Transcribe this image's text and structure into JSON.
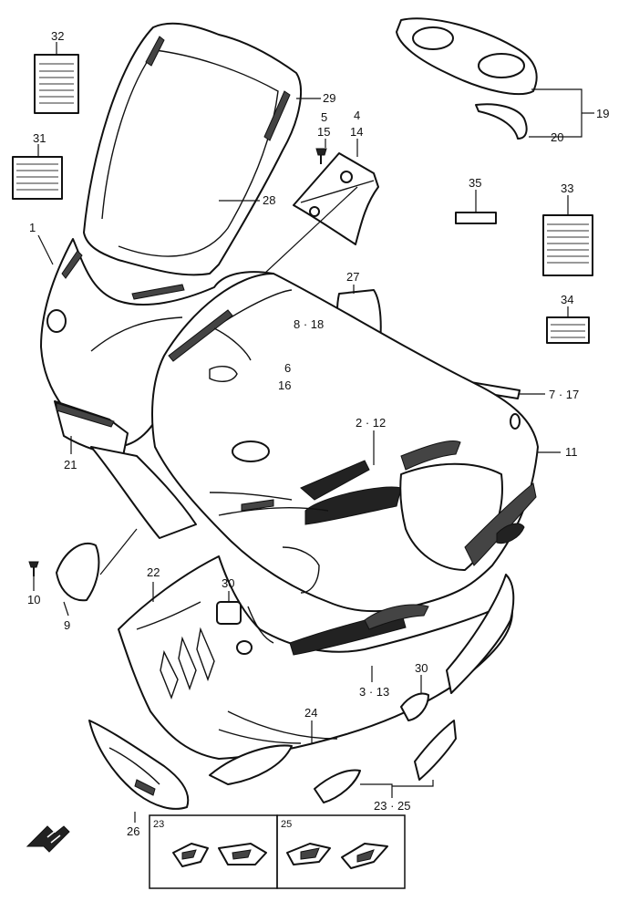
{
  "callouts": {
    "c32": "32",
    "c31": "31",
    "c1": "1",
    "c29": "29",
    "c28": "28",
    "c5": "5",
    "c15": "15",
    "c4": "4",
    "c14": "14",
    "c19": "19",
    "c20": "20",
    "c35": "35",
    "c33": "33",
    "c27": "27",
    "c34": "34",
    "c8_18": "8 · 18",
    "c6": "6",
    "c16": "16",
    "c7_17": "7 · 17",
    "c2_12": "2 · 12",
    "c11": "11",
    "c21": "21",
    "c10": "10",
    "c9": "9",
    "c22": "22",
    "c30a": "30",
    "c30b": "30",
    "c3_13": "3 · 13",
    "c24": "24",
    "c23_25": "23 · 25",
    "c26": "26"
  },
  "insets": {
    "left_label": "23",
    "right_label": "25"
  },
  "icons": {
    "front_arrow": "direction-arrow-icon"
  }
}
